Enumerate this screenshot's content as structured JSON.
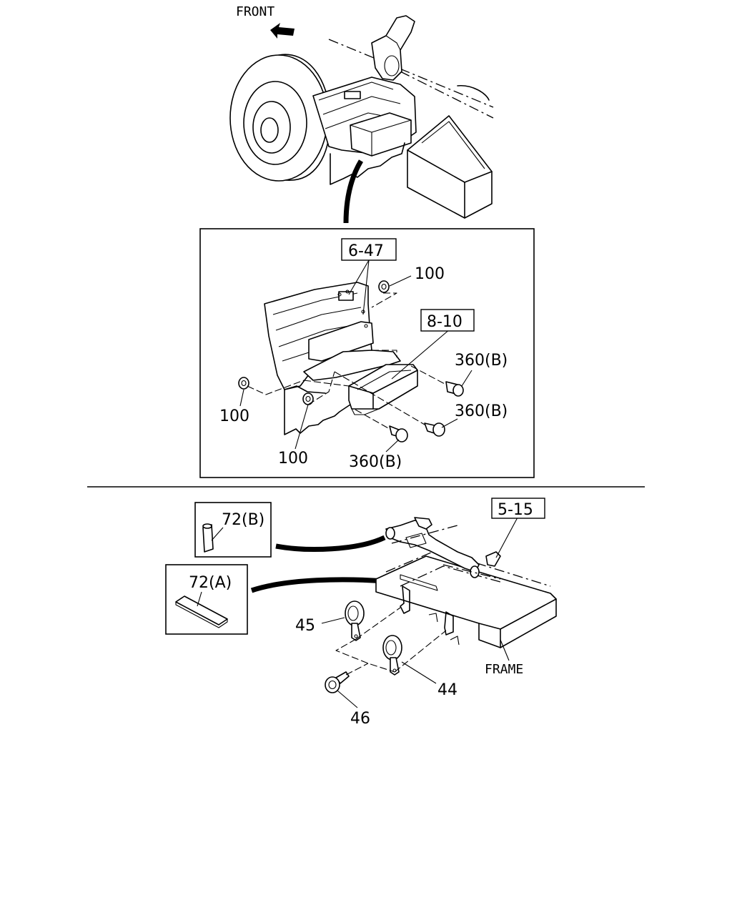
{
  "orientation": {
    "front_label": "FRONT"
  },
  "upper_detail": {
    "callouts": [
      {
        "id": "ref-6-47",
        "text": "6-47",
        "boxed": true
      },
      {
        "id": "ref-8-10",
        "text": "8-10",
        "boxed": true
      },
      {
        "id": "part-100-a",
        "text": "100",
        "boxed": false
      },
      {
        "id": "part-100-b",
        "text": "100",
        "boxed": false
      },
      {
        "id": "part-100-c",
        "text": "100",
        "boxed": false
      },
      {
        "id": "part-360b-a",
        "text": "360(B)",
        "boxed": false
      },
      {
        "id": "part-360b-b",
        "text": "360(B)",
        "boxed": false
      },
      {
        "id": "part-360b-c",
        "text": "360(B)",
        "boxed": false
      }
    ]
  },
  "lower_detail": {
    "callouts": [
      {
        "id": "ref-5-15",
        "text": "5-15",
        "boxed": true
      },
      {
        "id": "part-72b",
        "text": "72(B)",
        "boxed": false
      },
      {
        "id": "part-72a",
        "text": "72(A)",
        "boxed": false
      },
      {
        "id": "part-45",
        "text": "45",
        "boxed": false
      },
      {
        "id": "part-44",
        "text": "44",
        "boxed": false
      },
      {
        "id": "part-46",
        "text": "46",
        "boxed": false
      },
      {
        "id": "frame-label",
        "text": "FRAME",
        "boxed": false
      }
    ]
  }
}
